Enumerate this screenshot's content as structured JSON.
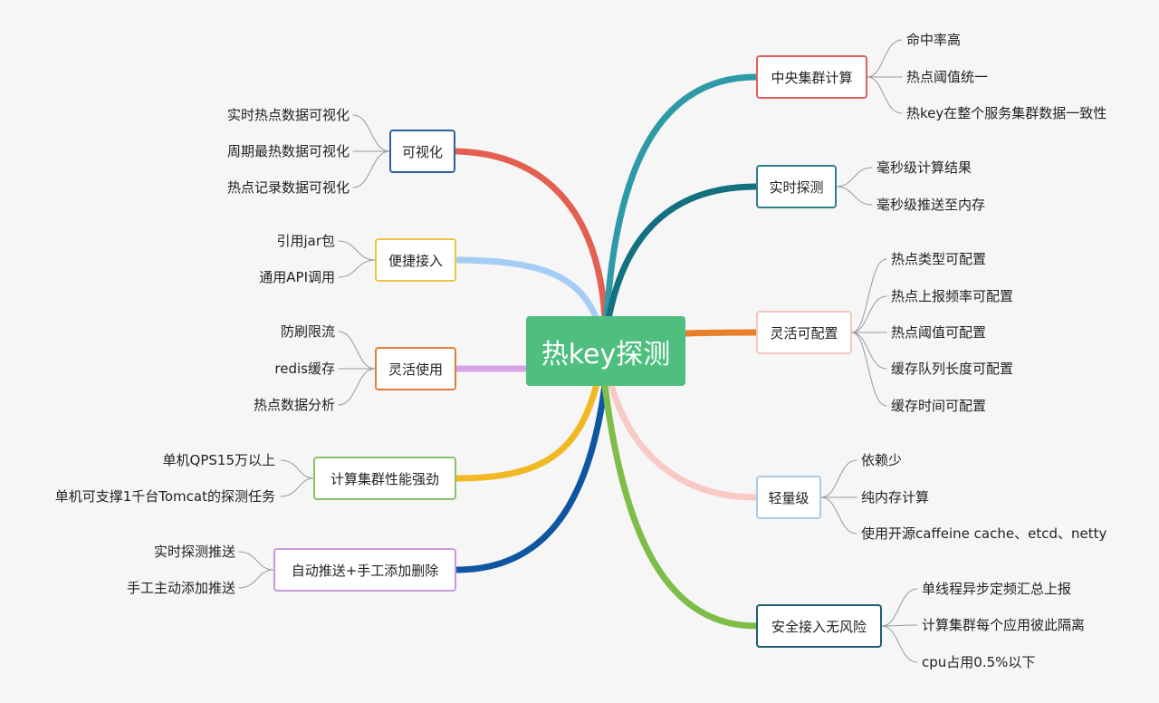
{
  "center": {
    "label": "热key探测",
    "color": "#4fbf7f"
  },
  "left_branches": [
    {
      "label": "可视化",
      "border": "#2d5f9e",
      "line": "#e35f52",
      "items": [
        "实时热点数据可视化",
        "周期最热数据可视化",
        "热点记录数据可视化"
      ]
    },
    {
      "label": "便捷接入",
      "border": "#f0c24a",
      "line": "#a4cdf6",
      "items": [
        "引用jar包",
        "通用API调用"
      ]
    },
    {
      "label": "灵活使用",
      "border": "#e07d39",
      "line": "#d6a4e6",
      "items": [
        "防刷限流",
        "redis缓存",
        "热点数据分析"
      ]
    },
    {
      "label": "计算集群性能强劲",
      "border": "#8ac165",
      "line": "#f1b823",
      "items": [
        "单机QPS15万以上",
        "单机可支撑1千台Tomcat的探测任务"
      ]
    },
    {
      "label": "自动推送+手工添加删除",
      "border": "#c79ad8",
      "line": "#0f56a1",
      "items": [
        "实时探测推送",
        "手工主动添加推送"
      ]
    }
  ],
  "right_branches": [
    {
      "label": "中央集群计算",
      "border": "#dd5e5e",
      "line": "#2e9aa8",
      "items": [
        "命中率高",
        "热点阈值统一",
        "热key在整个服务集群数据一致性"
      ]
    },
    {
      "label": "实时探测",
      "border": "#2e7d8a",
      "line": "#13707f",
      "items": [
        "毫秒级计算结果",
        "毫秒级推送至内存"
      ]
    },
    {
      "label": "灵活可配置",
      "border": "#f4c6bf",
      "line": "#e77f2c",
      "items": [
        "热点类型可配置",
        "热点上报频率可配置",
        "热点阈值可配置",
        "缓存队列长度可配置",
        "缓存时间可配置"
      ]
    },
    {
      "label": "轻量级",
      "border": "#a9cbe9",
      "line": "#f9c9c6",
      "items": [
        "依赖少",
        "纯内存计算",
        "使用开源caffeine cache、etcd、netty"
      ]
    },
    {
      "label": "安全接入无风险",
      "border": "#1e5e6f",
      "line": "#7dbd48",
      "items": [
        "单线程异步定频汇总上报",
        "计算集群每个应用彼此隔离",
        "cpu占用0.5%以下"
      ]
    }
  ],
  "colors": {
    "connector": "#9a9a9a",
    "background": "#f6f6f6"
  }
}
